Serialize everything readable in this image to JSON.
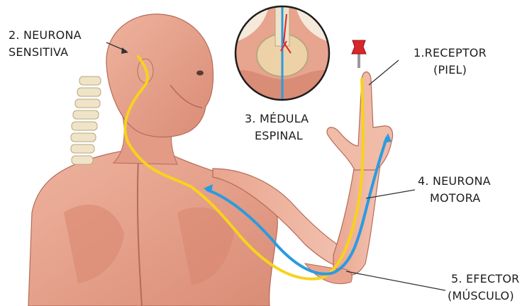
{
  "labels": {
    "sensory_neuron": {
      "line1": "2. NEURONA",
      "line2": "SENSITIVA"
    },
    "spinal_cord": {
      "line1": "3. MÉDULA",
      "line2": "ESPINAL"
    },
    "receptor": {
      "line1": "1.RECEPTOR",
      "line2": "(PIEL)"
    },
    "motor_neuron": {
      "line1": "4. NEURONA",
      "line2": "MOTORA"
    },
    "effector": {
      "line1": "5. EFECTOR",
      "line2": "(MÚSCULO)"
    }
  },
  "colors": {
    "sensory_path": "#f7d21e",
    "motor_path": "#2a9be0",
    "pin": "#d8262b",
    "muscle": "#e5a08a",
    "muscle_dark": "#c97a66",
    "bone": "#efe2c6",
    "skin_light": "#f3d3c2"
  }
}
